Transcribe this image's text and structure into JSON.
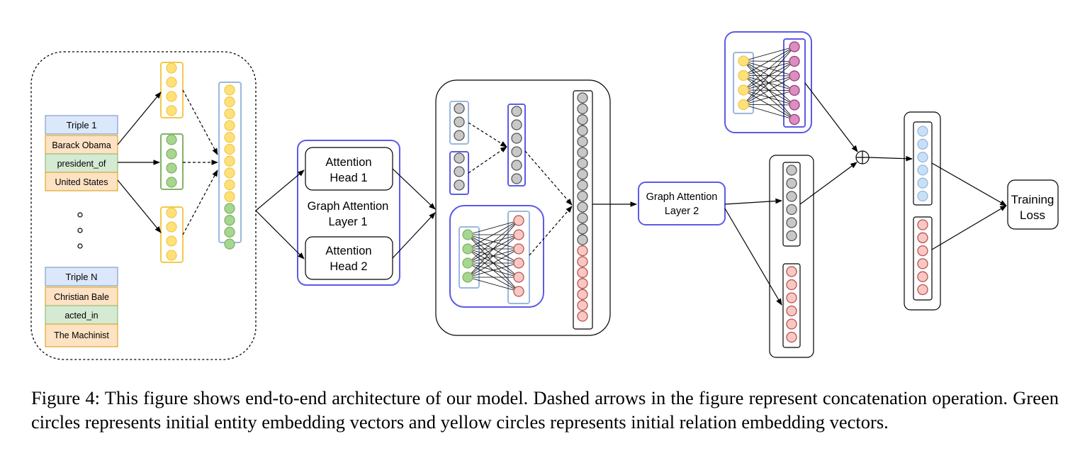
{
  "triples": [
    {
      "header": "Triple 1",
      "head": "Barack Obama",
      "relation": "president_of",
      "tail": "United States"
    },
    {
      "header": "Triple N",
      "head": "Christian Bale",
      "relation": "acted_in",
      "tail": "The Machinist"
    }
  ],
  "layer1": {
    "title_line1": "Graph Attention",
    "title_line2": "Layer 1",
    "head1_line1": "Attention",
    "head1_line2": "Head 1",
    "head2_line1": "Attention",
    "head2_line2": "Head 2"
  },
  "layer2": {
    "line1": "Graph Attention",
    "line2": "Layer 2"
  },
  "loss": {
    "line1": "Training",
    "line2": "Loss"
  },
  "colors": {
    "yellow": "#ffe17a",
    "yellow_border": "#f2c94c",
    "green": "#a6d68f",
    "green_border": "#82b366",
    "gray": "#c8c8c8",
    "red": "#f8c8c4",
    "red_stroke": "#b85450",
    "pink": "#d98fbf",
    "pink_stroke": "#9c3a82",
    "blue": "#c8e0f6",
    "blue_border": "#9ab8de",
    "purple_border": "#5b5ce6",
    "triple_header": "#dbe8fb",
    "entity_fill": "#fde2c4",
    "relation_fill": "#d5ead3"
  },
  "caption": "Figure 4: This figure shows end-to-end architecture of our model. Dashed arrows in the figure represent concatenation operation. Green circles represents initial entity embedding vectors and yellow circles represents initial relation embedding vectors."
}
